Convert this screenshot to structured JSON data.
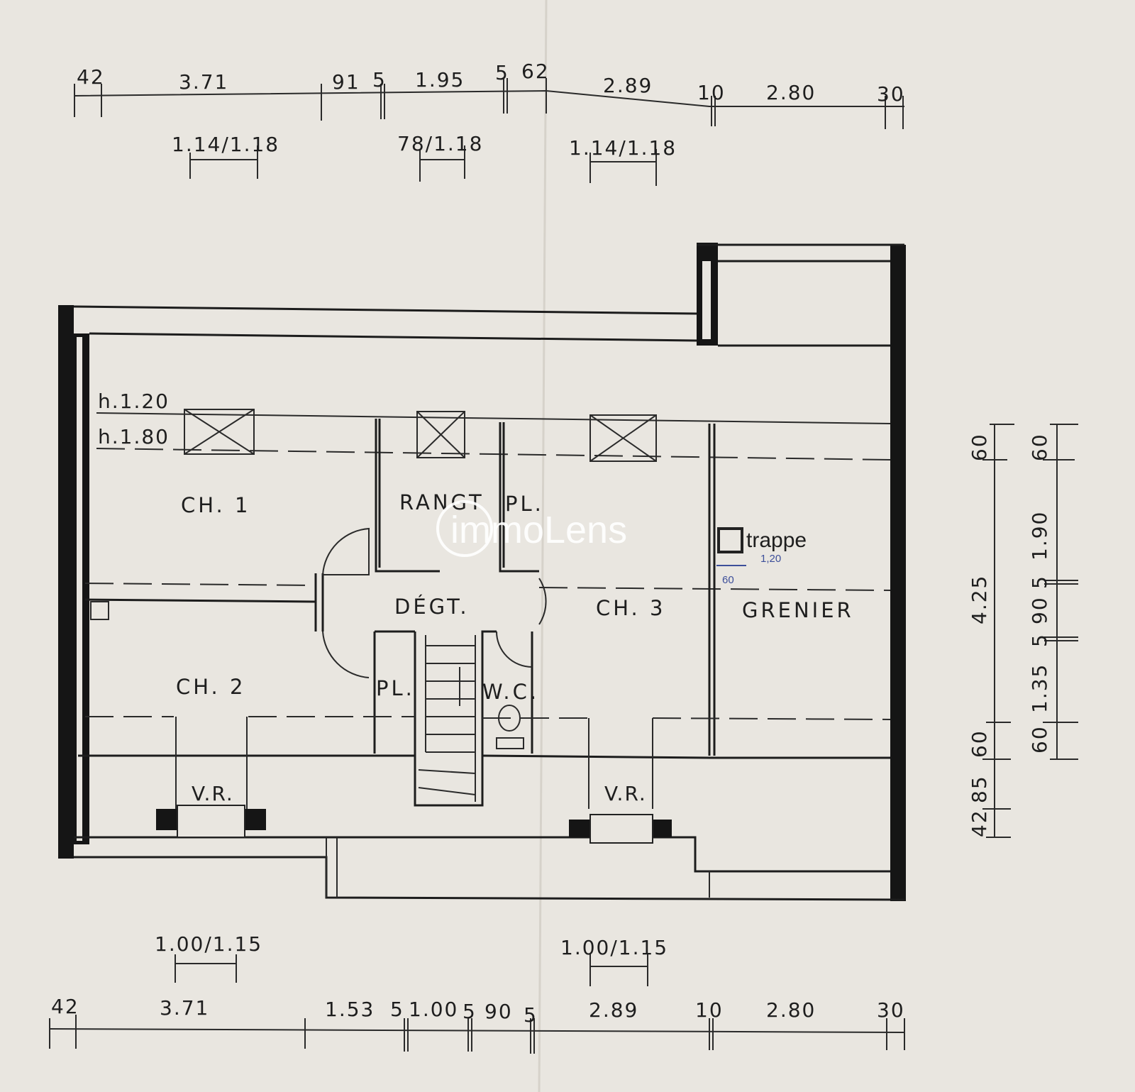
{
  "watermark": "immoLens",
  "top_dimensions": [
    "42",
    "3.71",
    "91",
    "5",
    "1.95",
    "5",
    "62",
    "2.89",
    "10",
    "2.80",
    "30"
  ],
  "top_windows": [
    "1.14/1.18",
    "78/1.18",
    "1.14/1.18"
  ],
  "bottom_windows": [
    "1.00/1.15",
    "1.00/1.15"
  ],
  "bottom_dimensions": [
    "42",
    "3.71",
    "1.53",
    "5",
    "1.00",
    "5",
    "90",
    "5",
    "2.89",
    "10",
    "2.80",
    "30"
  ],
  "right_outer_dimensions": [
    "60",
    "4.25",
    "60",
    "85",
    "42"
  ],
  "right_inner_dimensions": [
    "60",
    "1.90",
    "5",
    "90",
    "5",
    "1.35",
    "60"
  ],
  "heights": [
    "h.1.20",
    "h.1.80"
  ],
  "rooms": {
    "ch1": "CH. 1",
    "rangt": "RANGT",
    "pl_top": "PL.",
    "degt": "DÉGT.",
    "ch3": "CH. 3",
    "grenier": "GRENIER",
    "ch2": "CH. 2",
    "pl_bottom": "PL.",
    "wc": "W.C.",
    "vr_left": "V.R.",
    "vr_right": "V.R."
  },
  "trappe": {
    "label": "trappe",
    "size": "1,20",
    "width": "60"
  }
}
